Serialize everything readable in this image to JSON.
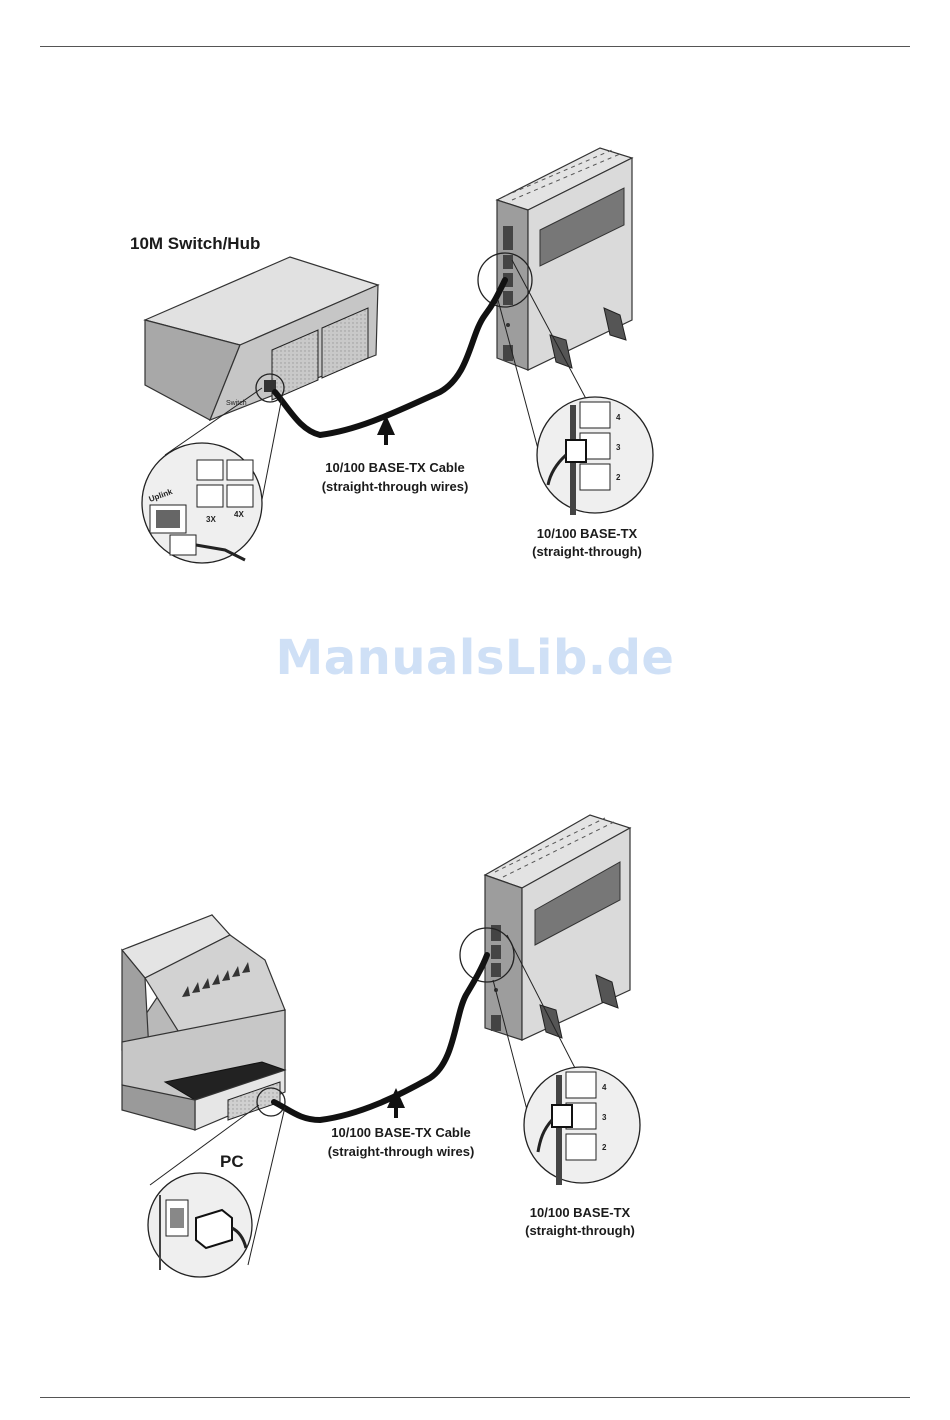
{
  "watermark": "ManualsLib.de",
  "diagram1": {
    "device_label": "10M Switch/Hub",
    "hub_text": "Switch",
    "cable_label_line1": "10/100 BASE-TX Cable",
    "cable_label_line2": "(straight-through wires)",
    "port_label_line1": "10/100 BASE-TX",
    "port_label_line2": "(straight-through)",
    "inset_uplink": "Uplink",
    "inset_port_a": "3X",
    "inset_port_b": "4X",
    "port_numbers": [
      "4",
      "3",
      "2"
    ]
  },
  "diagram2": {
    "device_label": "PC",
    "cable_label_line1": "10/100 BASE-TX Cable",
    "cable_label_line2": "(straight-through wires)",
    "port_label_line1": "10/100 BASE-TX",
    "port_label_line2": "(straight-through)",
    "port_numbers": [
      "4",
      "3",
      "2"
    ]
  }
}
